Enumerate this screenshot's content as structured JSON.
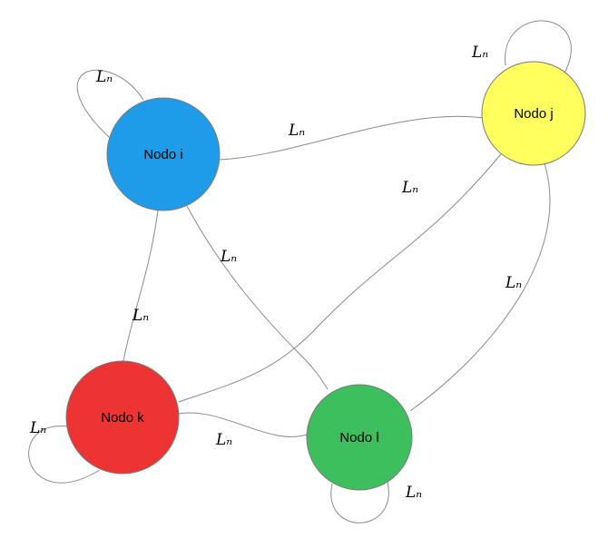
{
  "diagram": {
    "type": "graph",
    "colors": {
      "edge": "#8a8a8a",
      "node_border": "#7a7a7a"
    },
    "nodes": [
      {
        "id": "i",
        "label": "Nodo i",
        "color": "#1E9BE9"
      },
      {
        "id": "j",
        "label": "Nodo j",
        "color": "#FFFF5E"
      },
      {
        "id": "k",
        "label": "Nodo k",
        "color": "#EE3333"
      },
      {
        "id": "l",
        "label": "Nodo l",
        "color": "#3CBF5C"
      }
    ],
    "edges": [
      {
        "from": "i",
        "to": "i",
        "label": "Lₙ"
      },
      {
        "from": "j",
        "to": "j",
        "label": "Lₙ"
      },
      {
        "from": "k",
        "to": "k",
        "label": "Lₙ"
      },
      {
        "from": "l",
        "to": "l",
        "label": "Lₙ"
      },
      {
        "from": "i",
        "to": "j",
        "label": "Lₙ"
      },
      {
        "from": "i",
        "to": "k",
        "label": "Lₙ"
      },
      {
        "from": "i",
        "to": "l",
        "label": "Lₙ"
      },
      {
        "from": "j",
        "to": "k",
        "label": "Lₙ"
      },
      {
        "from": "j",
        "to": "l",
        "label": "Lₙ"
      },
      {
        "from": "k",
        "to": "l",
        "label": "Lₙ"
      }
    ]
  }
}
